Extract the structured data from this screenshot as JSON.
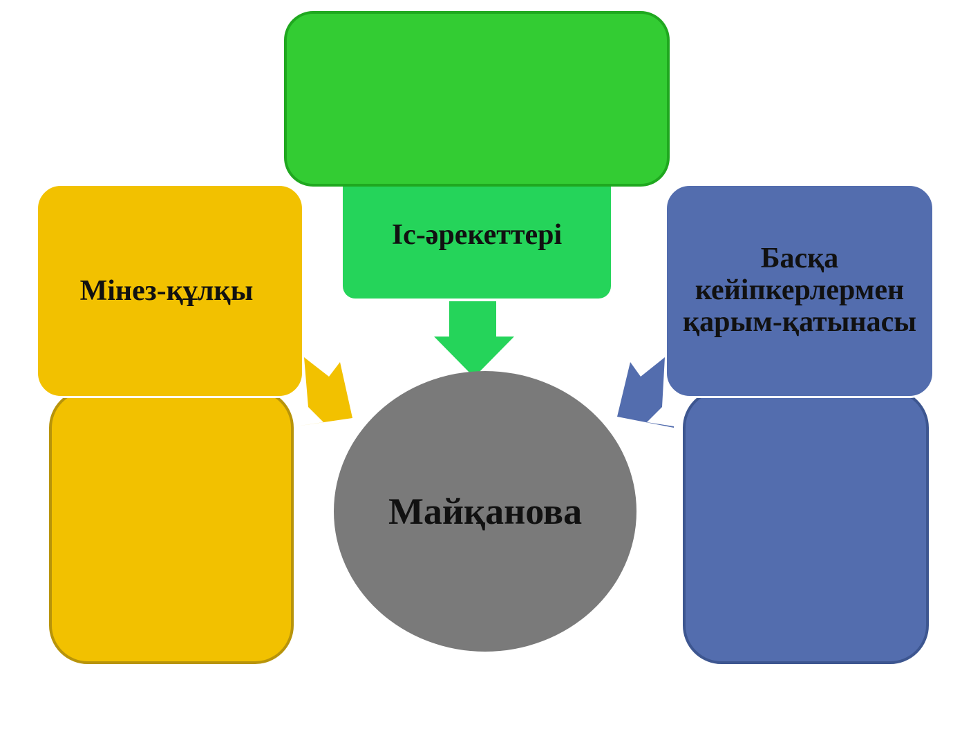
{
  "colors": {
    "yellow": "#f2c100",
    "green_top": "#33cc33",
    "green_bottom": "#25d45a",
    "blue": "#536dae",
    "center": "#7a7a7a"
  },
  "nodes": {
    "left": {
      "label": "Мінез-құлқы"
    },
    "top": {
      "label": "Іс-әрекеттері"
    },
    "right": {
      "label": "Басқа кейіпкерлермен қарым-қатынасы"
    },
    "center": {
      "label": "Майқанова"
    }
  }
}
